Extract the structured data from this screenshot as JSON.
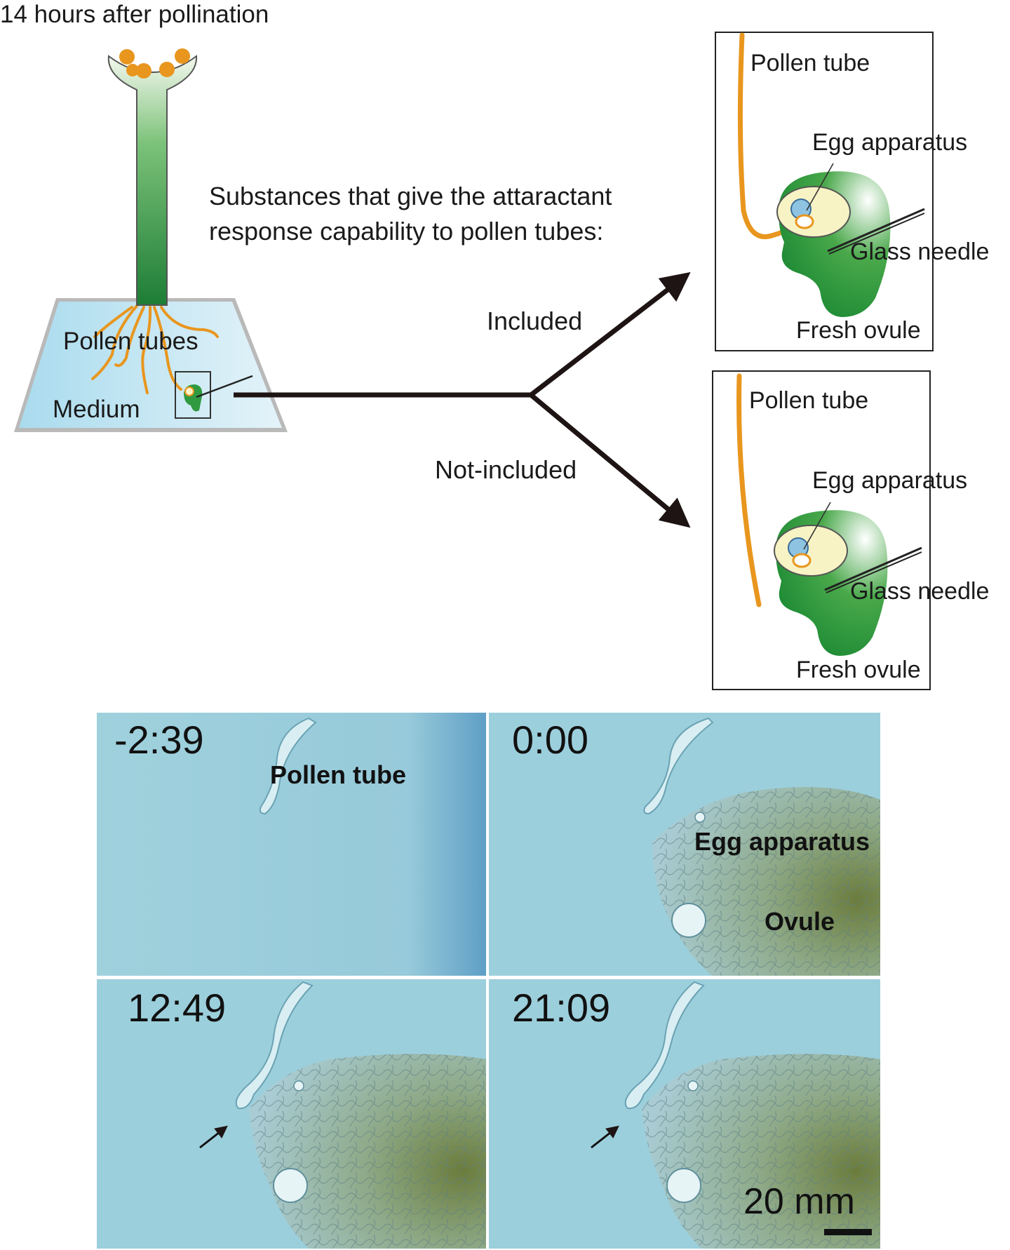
{
  "top": {
    "title": "14 hours after pollination",
    "substances_line1": "Substances that give the attaractant",
    "substances_line2": "response capability to pollen tubes:",
    "included": "Included",
    "not_included": "Not-included",
    "pollen_tubes": "Pollen tubes",
    "medium": "Medium"
  },
  "panel_included": {
    "pollen_tube": "Pollen tube",
    "egg_apparatus": "Egg apparatus",
    "glass_needle": "Glass needle",
    "fresh_ovule": "Fresh ovule"
  },
  "panel_not_included": {
    "pollen_tube": "Pollen tube",
    "egg_apparatus": "Egg apparatus",
    "glass_needle": "Glass needle",
    "fresh_ovule": "Fresh ovule"
  },
  "micrographs": [
    {
      "time": "-2:39",
      "labels": [
        "Pollen tube"
      ]
    },
    {
      "time": "0:00",
      "labels": [
        "Egg apparatus",
        "Ovule"
      ]
    },
    {
      "time": "12:49",
      "labels": []
    },
    {
      "time": "21:09",
      "labels": []
    }
  ],
  "scale_bar": "20 mm",
  "colors": {
    "pollen": "#e8961e",
    "green_dark": "#1f8a3a",
    "green_light": "#e9f3df",
    "medium": "#bfe3f1",
    "micro_bg": "#9ccfdc",
    "arrow": "#1e1414"
  }
}
